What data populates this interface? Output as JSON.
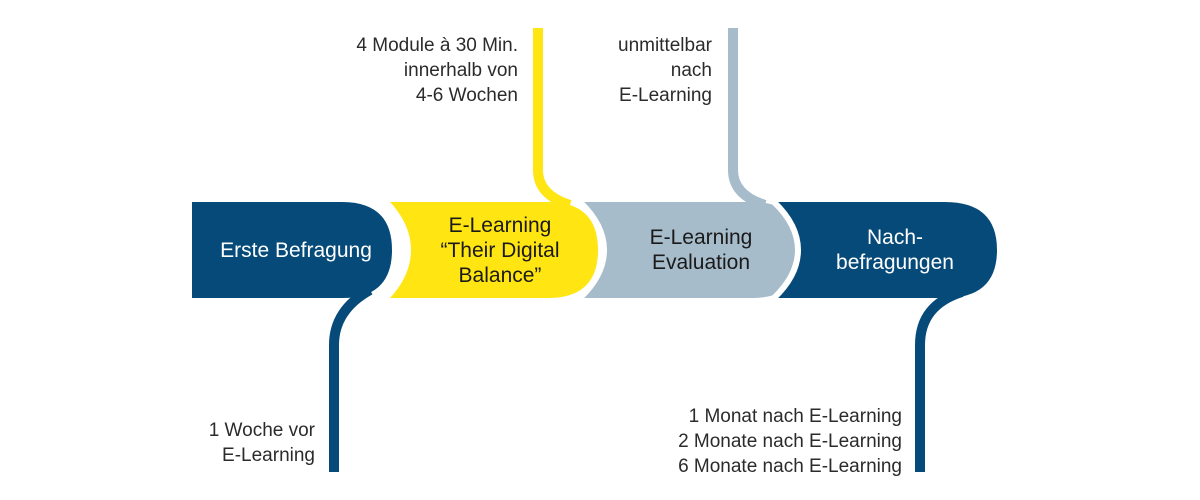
{
  "colors": {
    "dark_blue": "#064a7a",
    "yellow": "#ffe512",
    "light_gray_blue": "#a7bccb",
    "text_dark": "#2b2b2b",
    "text_light": "#ffffff",
    "text_on_yellow": "#1a1a1a"
  },
  "stages": [
    {
      "id": "erste-befragung",
      "lines": [
        "Erste Befragung"
      ]
    },
    {
      "id": "e-learning",
      "lines": [
        "E-Learning",
        "“Their Digital",
        "Balance”"
      ]
    },
    {
      "id": "evaluation",
      "lines": [
        "E-Learning",
        "Evaluation"
      ]
    },
    {
      "id": "nachbefragungen",
      "lines": [
        "Nach-",
        "befragungen"
      ]
    }
  ],
  "annotations": {
    "erste_befragung": [
      "1 Woche vor",
      "E-Learning"
    ],
    "e_learning": [
      "4 Module à 30 Min.",
      "innerhalb von",
      "4-6 Wochen"
    ],
    "evaluation": [
      "unmittelbar",
      "nach",
      "E-Learning"
    ],
    "nachbefragungen": [
      "1 Monat nach E-Learning",
      "2 Monate nach E-Learning",
      "6 Monate nach E-Learning"
    ]
  }
}
